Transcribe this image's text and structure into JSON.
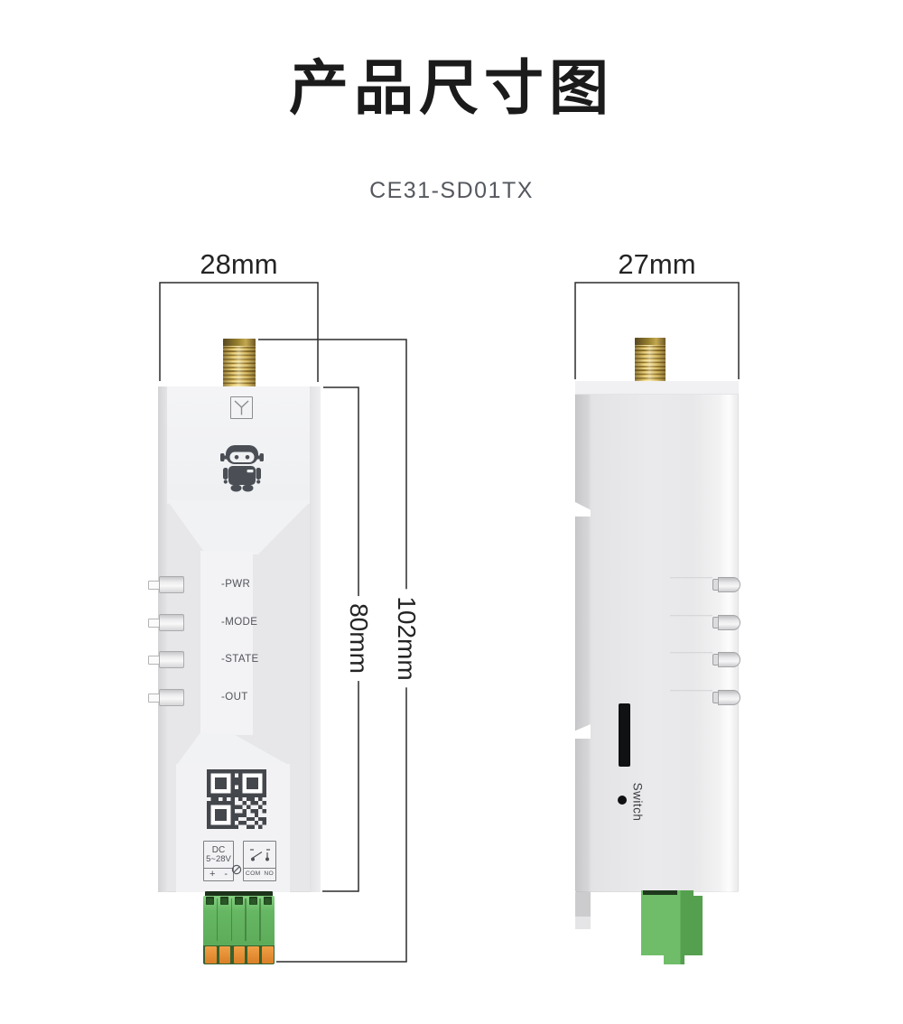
{
  "header": {
    "title": "产品尺寸图",
    "model": "CE31-SD01TX"
  },
  "front_view": {
    "width_label": "28mm",
    "overall_height_label": "102mm",
    "body_height_label": "80mm",
    "led_labels": [
      "-PWR",
      "-MODE",
      "-STATE",
      "-OUT"
    ],
    "power_box": {
      "line1": "DC",
      "line2": "5~28V",
      "plus": "+",
      "minus": "-"
    },
    "relay_box": {
      "com": "COM",
      "no": "NO"
    }
  },
  "side_view": {
    "width_label": "27mm",
    "switch_label": "Switch"
  },
  "colors": {
    "antenna_gold": "#c9a53e",
    "terminal_green": "#63b560",
    "contact_orange": "#e2893b",
    "dimension_line": "#2c2c2c",
    "label_gray": "#505359"
  }
}
